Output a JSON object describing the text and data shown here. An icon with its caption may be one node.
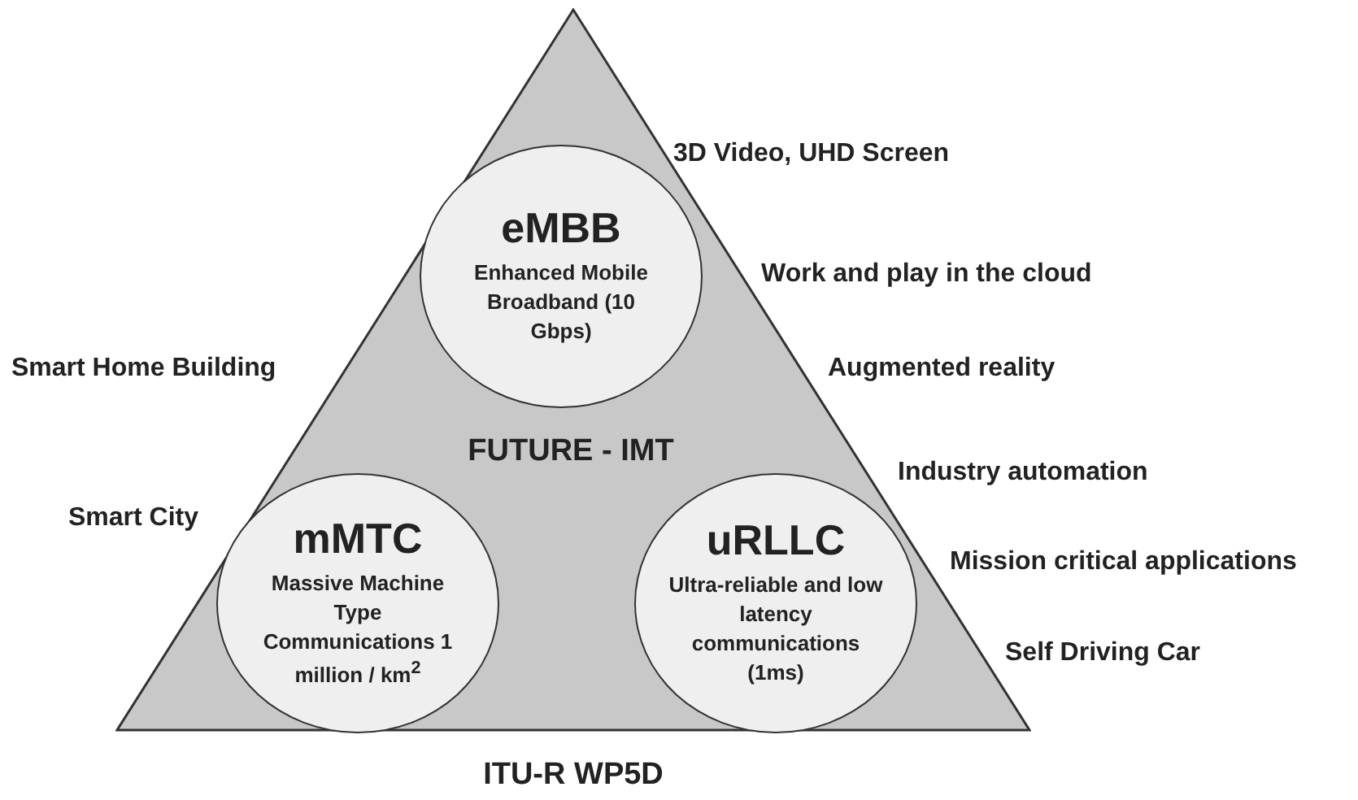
{
  "diagram": {
    "nodes": [
      {
        "text": [
          "FUTURE - IMT"
        ],
        "beside": [
          "ITU-R WP5D"
        ]
      },
      {
        "text": [
          "eMBB",
          "Enhanced Mobile Broadband (10 Gbps)"
        ],
        "in": 0
      },
      {
        "text": [
          "mMTC",
          "Massive Machine Type Communications 1 million / km$^{2}$"
        ],
        "in": 0
      },
      {
        "text": [
          "uRLLC",
          "Ultra-reliable and low latency communications (1ms)"
        ],
        "in": 0
      }
    ],
    "labels": [
      "3D Video, UHD Screen",
      "Work and play in the cloud",
      "Smart Home Building",
      "Augmented reality",
      "Industry automation",
      "Smart City",
      "Mission critical applications",
      "Self Driving Car"
    ]
  }
}
